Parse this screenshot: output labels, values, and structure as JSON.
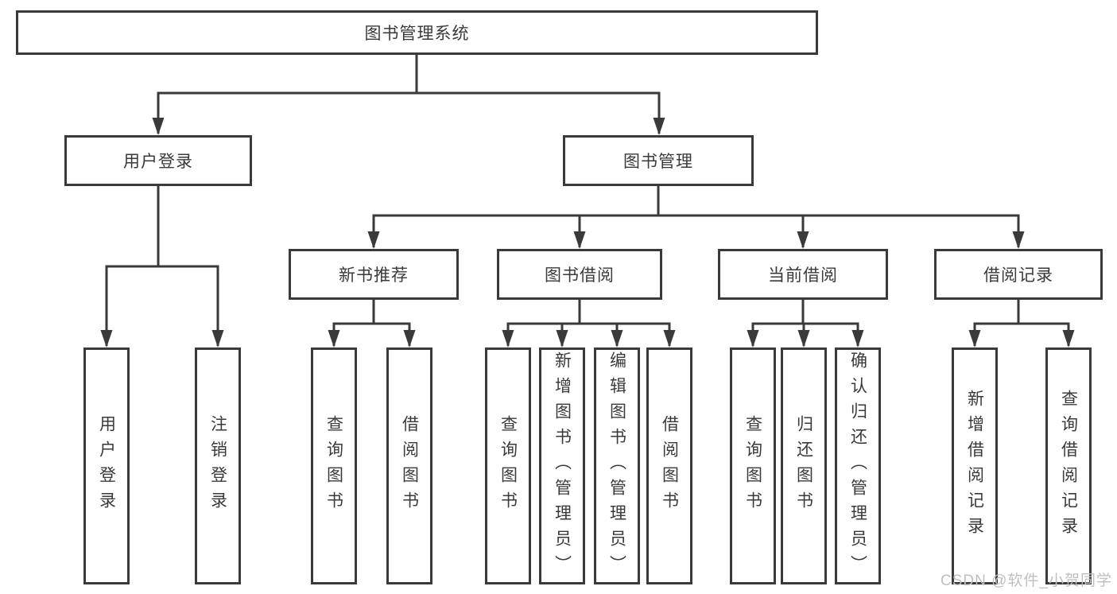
{
  "tree": {
    "root": "图书管理系统",
    "branches": [
      {
        "label": "用户登录",
        "children": [
          "用户登录",
          "注销登录"
        ]
      },
      {
        "label": "图书管理",
        "groups": [
          {
            "label": "新书推荐",
            "children": [
              "查询图书",
              "借阅图书"
            ]
          },
          {
            "label": "图书借阅",
            "children": [
              "查询图书",
              "新增图书（管理员）",
              "编辑图书（管理员）",
              "借阅图书"
            ]
          },
          {
            "label": "当前借阅",
            "children": [
              "查询图书",
              "归还图书",
              "确认归还（管理员）"
            ]
          },
          {
            "label": "借阅记录",
            "children": [
              "新增借阅记录",
              "查询借阅记录"
            ]
          }
        ]
      }
    ]
  },
  "watermark": {
    "text": "CSDN @软件_小贺同学",
    "color": "#bfbfbf"
  },
  "colors": {
    "line": "#3a3a3a",
    "background": "#ffffff"
  }
}
